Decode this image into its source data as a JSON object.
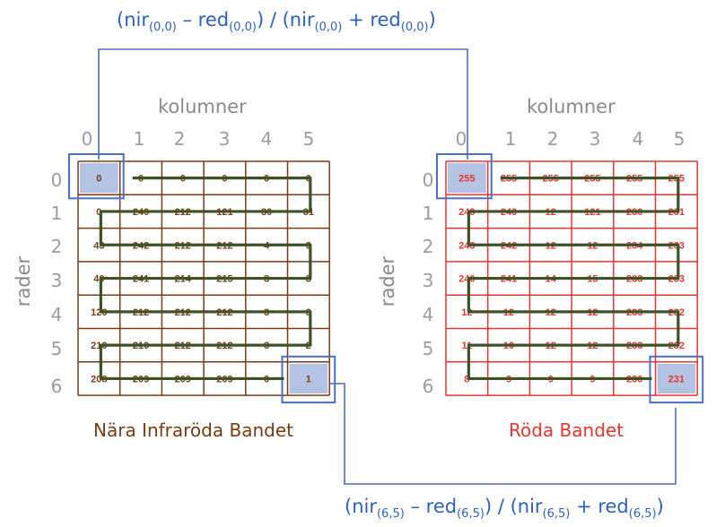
{
  "formula_top": {
    "nir": "nir",
    "red": "red",
    "sub": "(0,0)",
    "minus": " – ",
    "plus": " + ",
    "slash": " / "
  },
  "formula_bottom": {
    "nir": "nir",
    "red": "red",
    "sub": "(6,5)",
    "minus": " – ",
    "plus": " + ",
    "slash": " / "
  },
  "column_axis_title": "kolumner",
  "row_axis_title": "rader",
  "column_numbers": [
    "0",
    "1",
    "2",
    "3",
    "4",
    "5"
  ],
  "row_numbers": [
    "0",
    "1",
    "2",
    "3",
    "4",
    "5",
    "6"
  ],
  "grids": [
    {
      "title": "Nära Infraröda Bandet",
      "color": "#7a3b14",
      "title_color": "#7a3b14",
      "values": [
        [
          "0",
          "0",
          "0",
          "0",
          "0",
          "0"
        ],
        [
          "0",
          "240",
          "212",
          "121",
          "30",
          "31"
        ],
        [
          "43",
          "242",
          "212",
          "212",
          "4",
          "3"
        ],
        [
          "40",
          "241",
          "214",
          "215",
          "3",
          "3"
        ],
        [
          "120",
          "212",
          "212",
          "212",
          "3",
          "3"
        ],
        [
          "210",
          "210",
          "212",
          "212",
          "3",
          "2"
        ],
        [
          "208",
          "209",
          "209",
          "209",
          "0",
          "1"
        ]
      ]
    },
    {
      "title": "Röda Bandet",
      "color": "#e8352f",
      "title_color": "#e8352f",
      "values": [
        [
          "255",
          "255",
          "255",
          "255",
          "255",
          "255"
        ],
        [
          "240",
          "240",
          "12",
          "121",
          "230",
          "231"
        ],
        [
          "243",
          "242",
          "12",
          "12",
          "234",
          "233"
        ],
        [
          "240",
          "241",
          "14",
          "15",
          "233",
          "233"
        ],
        [
          "12",
          "12",
          "12",
          "12",
          "233",
          "232"
        ],
        [
          "11",
          "10",
          "12",
          "12",
          "233",
          "232"
        ],
        [
          "8",
          "9",
          "9",
          "9",
          "230",
          "231"
        ]
      ]
    }
  ],
  "colors": {
    "formula": "#2e62b8",
    "highlight_fill": "#b4c3e3",
    "highlight_stroke": "#4a6fc4",
    "path": "#3d5226",
    "axis_gray": "#9c9c9c"
  }
}
